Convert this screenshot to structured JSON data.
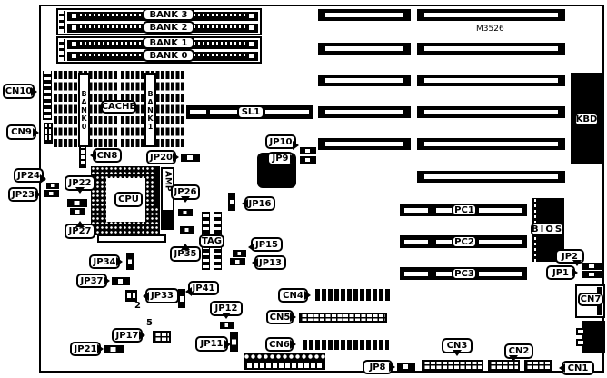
{
  "board": {
    "model": "M3526"
  },
  "memory_banks": {
    "bank3": "BANK 3",
    "bank2": "BANK 2",
    "bank1": "BANK 1",
    "bank0": "BANK 0"
  },
  "cache": {
    "bank0": "BANK0",
    "bank1": "BANK1",
    "label": "CACHE",
    "tag": "TAG"
  },
  "cpu": {
    "label": "CPU",
    "amp": "AMP"
  },
  "slots": {
    "sl1": "SL1",
    "pc1": "PC1",
    "pc2": "PC2",
    "pc3": "PC3"
  },
  "chips": {
    "bios": "BIOS",
    "kbd": "KBD"
  },
  "connectors": {
    "cn1": "CN1",
    "cn2": "CN2",
    "cn3": "CN3",
    "cn4": "CN4",
    "cn5": "CN5",
    "cn6": "CN6",
    "cn7": "CN7",
    "cn8": "CN8",
    "cn9": "CN9",
    "cn10": "CN10"
  },
  "jumpers": {
    "jp1": "JP1",
    "jp2": "JP2",
    "jp8": "JP8",
    "jp9": "JP9",
    "jp10": "JP10",
    "jp11": "JP11",
    "jp12": "JP12",
    "jp13": "JP13",
    "jp15": "JP15",
    "jp16": "JP16",
    "jp17": "JP17",
    "jp20": "JP20",
    "jp21": "JP21",
    "jp22": "JP22",
    "jp23": "JP23",
    "jp24": "JP24",
    "jp26": "JP26",
    "jp27": "JP27",
    "jp33": "JP33",
    "jp34": "JP34",
    "jp35": "JP35",
    "jp37": "JP37",
    "jp41": "JP41"
  },
  "pin_annotations": {
    "jp33": "2",
    "jp17": "5"
  }
}
